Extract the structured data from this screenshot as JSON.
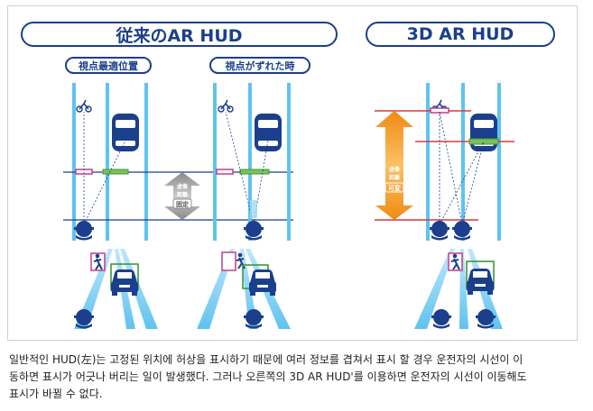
{
  "titles": {
    "conventional": "従来のAR HUD",
    "ar3d": "3D AR HUD"
  },
  "labels": {
    "optimal_viewpoint": "視点最適位置",
    "shifted_viewpoint": "視点がずれた時"
  },
  "distance_labels": {
    "fixed_line1": "虚像",
    "fixed_line2": "距離",
    "fixed_line3": "固定",
    "variable_line1": "虚像",
    "variable_line2": "距離",
    "variable_line3": "可変"
  },
  "caption": [
    "일반적인 HUD(左)는 고정된 위치에 허상을 표시하기 때문에 여러 정보를 겹쳐서 표시 할 경우 운전자의 시선이 이",
    "동하면 표시가 어긋나 버리는 일이 발생했다. 그러나 오른쪽의 3D AR HUD'를 이용하면 운전자의 시선이 이동해도",
    "표시가 바뀔 수 없다."
  ],
  "colors": {
    "navy": "#1b3f8c",
    "lane_blue": "#5fc3f0",
    "arrow_gray": "#9a9a9a",
    "arrow_orange": "#f39a1e",
    "marker_red": "#d93a3a",
    "marker_green": "#3a9a3a",
    "marker_magenta": "#c23b8c"
  }
}
